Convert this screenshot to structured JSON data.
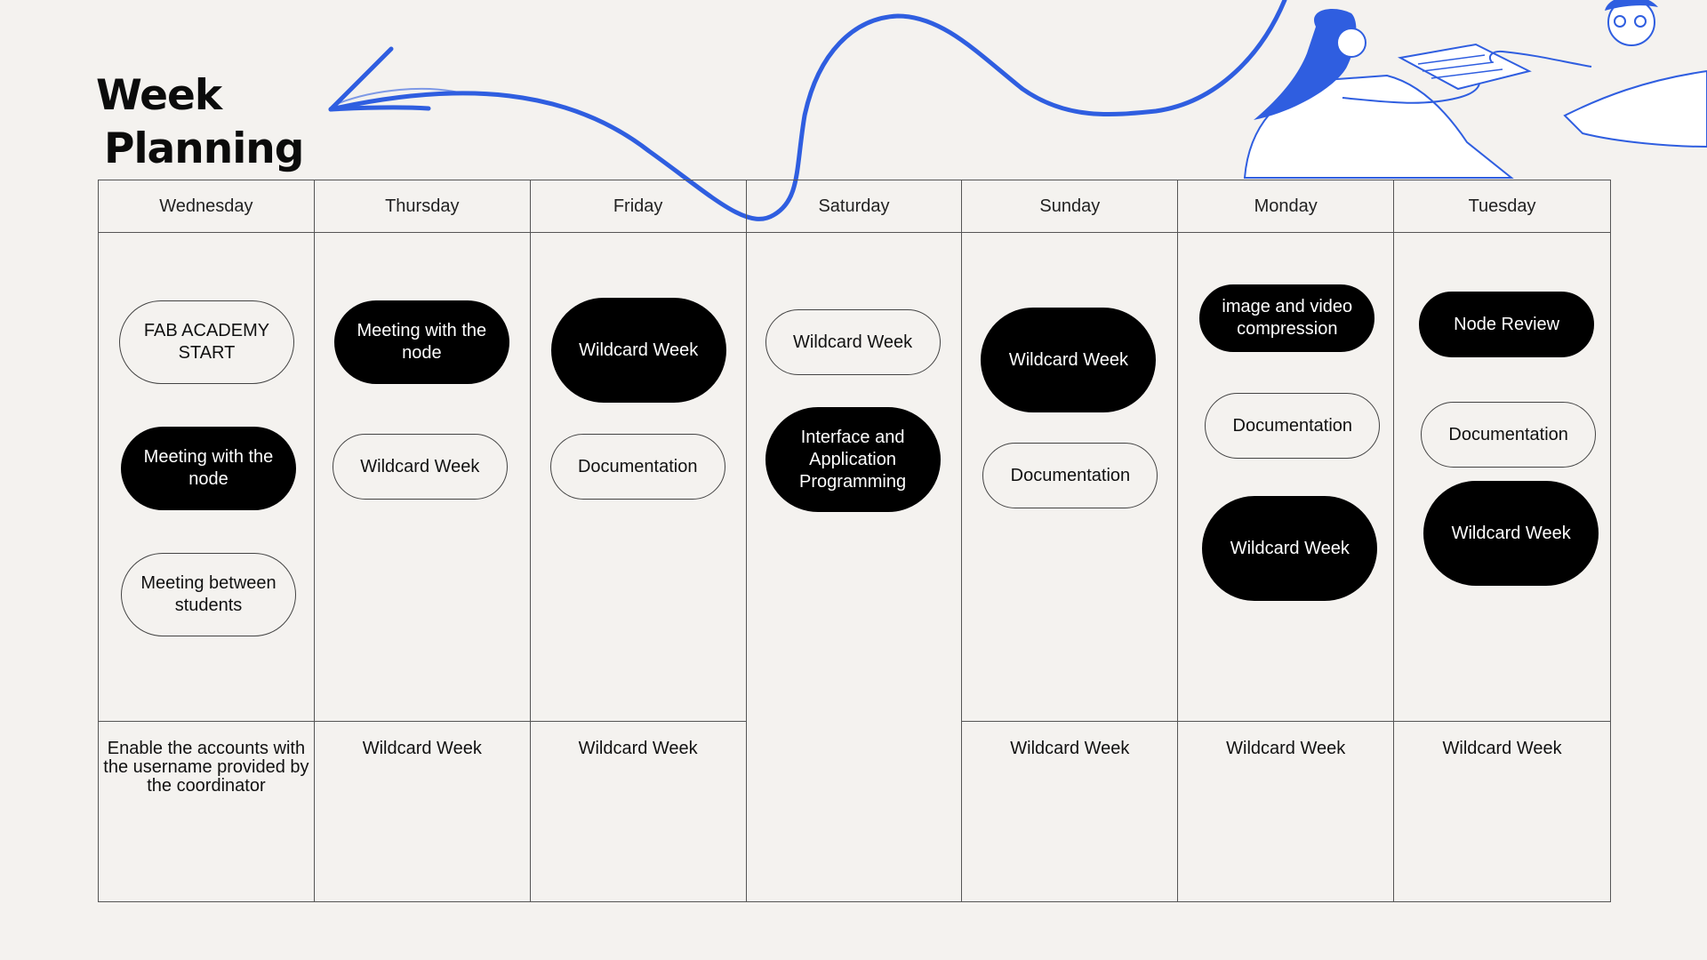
{
  "title": {
    "line1": "Week",
    "line2": "Planning"
  },
  "colors": {
    "accent": "#2f5ee0",
    "background": "#f4f2ef",
    "solid_pill": "#000000"
  },
  "illustration": "two-people-exchanging-documents",
  "days": [
    {
      "name": "Wednesday",
      "events": [
        {
          "label": "FAB ACADEMY START",
          "style": "outline"
        },
        {
          "label": "Meeting with the node",
          "style": "solid"
        },
        {
          "label": "Meeting between students",
          "style": "outline"
        }
      ],
      "footer": "Enable the accounts with the username provided by the coordinator"
    },
    {
      "name": "Thursday",
      "events": [
        {
          "label": "Meeting with the node",
          "style": "solid"
        },
        {
          "label": "Wildcard Week",
          "style": "outline"
        }
      ],
      "footer": "Wildcard Week"
    },
    {
      "name": "Friday",
      "events": [
        {
          "label": "Wildcard Week",
          "style": "solid"
        },
        {
          "label": "Documentation",
          "style": "outline"
        }
      ],
      "footer": "Wildcard Week"
    },
    {
      "name": "Saturday",
      "events": [
        {
          "label": "Wildcard Week",
          "style": "outline"
        },
        {
          "label": "Interface and Application Programming",
          "style": "solid"
        }
      ],
      "footer": ""
    },
    {
      "name": "Sunday",
      "events": [
        {
          "label": "Wildcard Week",
          "style": "solid"
        },
        {
          "label": "Documentation",
          "style": "outline"
        }
      ],
      "footer": "Wildcard Week"
    },
    {
      "name": "Monday",
      "events": [
        {
          "label": "image and video compression",
          "style": "solid"
        },
        {
          "label": "Documentation",
          "style": "outline"
        },
        {
          "label": "Wildcard Week",
          "style": "solid"
        }
      ],
      "footer": "Wildcard Week"
    },
    {
      "name": "Tuesday",
      "events": [
        {
          "label": "Node Review",
          "style": "solid"
        },
        {
          "label": "Documentation",
          "style": "outline"
        },
        {
          "label": "Wildcard Week",
          "style": "solid"
        }
      ],
      "footer": "Wildcard Week"
    }
  ]
}
